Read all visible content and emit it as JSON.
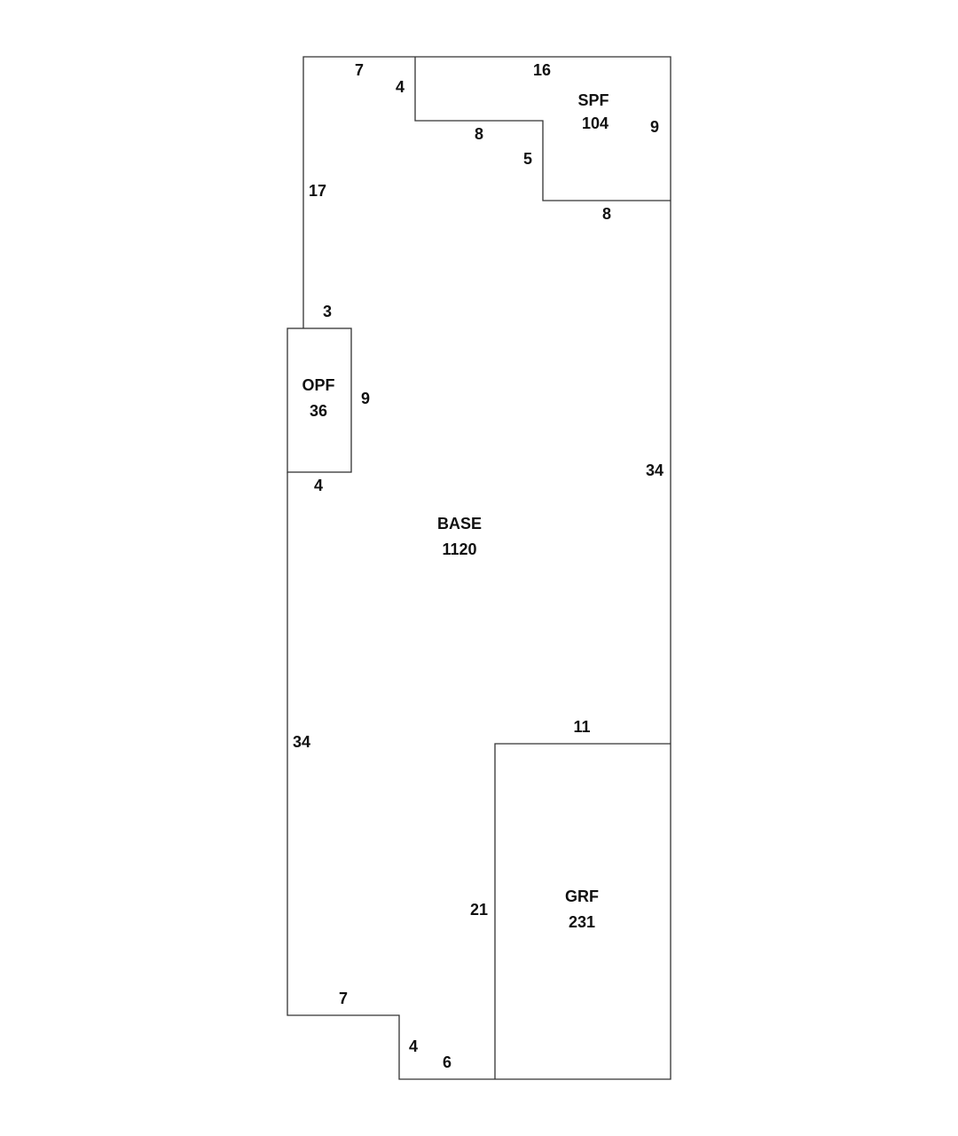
{
  "areas": {
    "base": {
      "code": "BASE",
      "value": "1120"
    },
    "spf": {
      "code": "SPF",
      "value": "104"
    },
    "opf": {
      "code": "OPF",
      "value": "36"
    },
    "grf": {
      "code": "GRF",
      "value": "231"
    }
  },
  "dimensions": {
    "top_left": "7",
    "spf_left": "4",
    "spf_top": "16",
    "spf_right": "9",
    "spf_inner_bottom": "8",
    "spf_step": "5",
    "spf_bottom": "8",
    "left_upper": "17",
    "opf_top": "3",
    "opf_right": "9",
    "opf_bottom": "4",
    "right": "34",
    "left_lower": "34",
    "grf_top": "11",
    "grf_left": "21",
    "bottom_step_top": "7",
    "bottom_step_side": "4",
    "bottom": "6"
  }
}
